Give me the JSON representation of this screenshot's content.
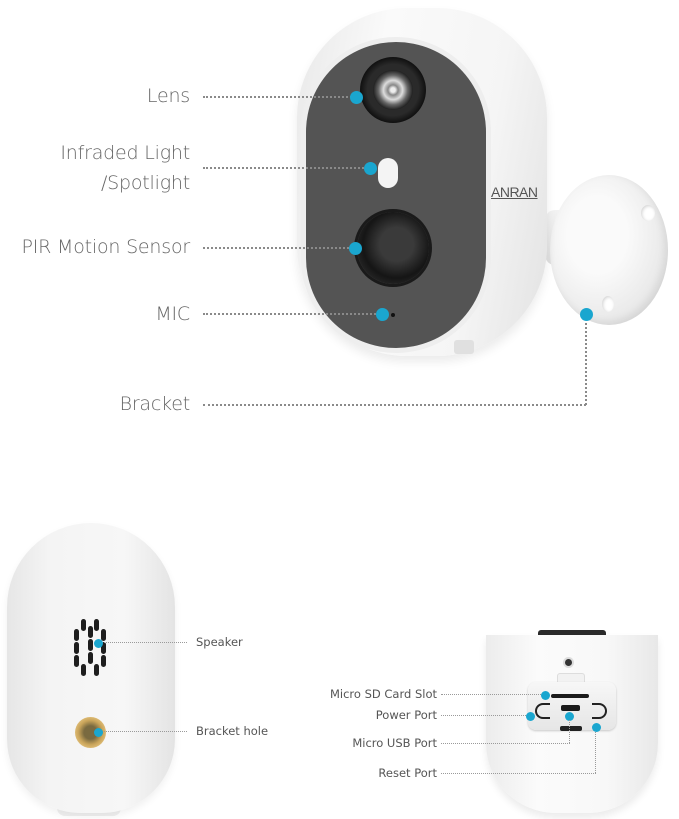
{
  "front_view": {
    "brand_logo": "ANRAN",
    "labels": [
      {
        "id": "lens",
        "text": "Lens"
      },
      {
        "id": "infrared",
        "line1": "Infraded Light",
        "line2": "/Spotlight"
      },
      {
        "id": "pir",
        "text": "PIR Motion Sensor"
      },
      {
        "id": "mic",
        "text": "MIC"
      },
      {
        "id": "bracket",
        "text": "Bracket"
      }
    ]
  },
  "back_view": {
    "labels": [
      {
        "id": "speaker",
        "text": "Speaker"
      },
      {
        "id": "bracket_hole",
        "text": "Bracket hole"
      }
    ]
  },
  "bottom_view": {
    "labels": [
      {
        "id": "sd_slot",
        "text": "Micro SD Card Slot"
      },
      {
        "id": "power_port",
        "text": "Power Port"
      },
      {
        "id": "micro_usb",
        "text": "Micro USB Port"
      },
      {
        "id": "reset",
        "text": "Reset Port"
      }
    ]
  },
  "colors": {
    "callout_dot": "#1aa6cf",
    "label_text": "#666666",
    "camera_face": "#545454",
    "camera_shell": "#f5f5f5"
  }
}
